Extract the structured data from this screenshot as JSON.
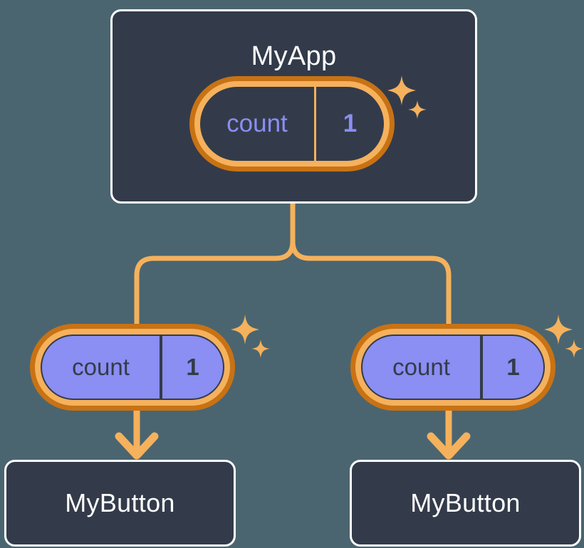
{
  "diagram": {
    "title": "MyApp component tree with shared count state",
    "background_color": "#4a6570",
    "accent_colors": {
      "card_fill": "#333b4a",
      "card_border": "#ffffff",
      "pill_outer_ring": "#c87214",
      "pill_inner_ring": "#f5b15c",
      "state_fill": "#8b8ef2",
      "connector": "#f5b15c",
      "sparkle": "#f5b15c"
    }
  },
  "app_node": {
    "name": "MyApp",
    "state": {
      "key": "count",
      "value": "1"
    },
    "sparkle_icon": "sparkles-icon"
  },
  "children": [
    {
      "name": "MyButton",
      "state": {
        "key": "count",
        "value": "1"
      },
      "sparkle_icon": "sparkles-icon"
    },
    {
      "name": "MyButton",
      "state": {
        "key": "count",
        "value": "1"
      },
      "sparkle_icon": "sparkles-icon"
    }
  ],
  "connectors": {
    "tree_branch_icon": "tree-branch-connector",
    "arrow_icon": "arrow-down-icon"
  }
}
